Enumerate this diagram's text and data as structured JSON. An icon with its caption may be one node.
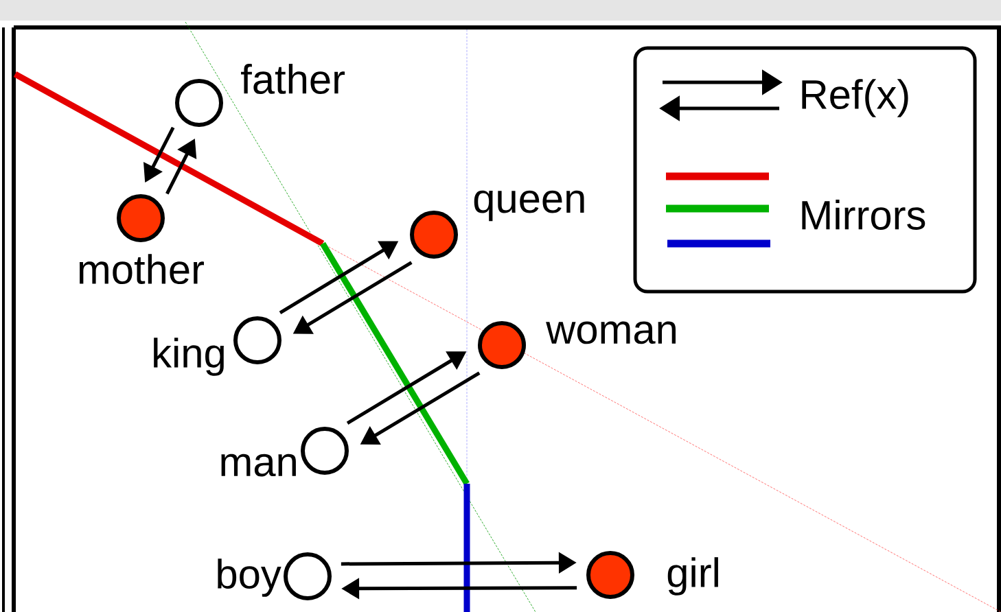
{
  "diagram": {
    "nodes": [
      {
        "text": [
          "father"
        ]
      },
      {
        "text": [
          "mother"
        ]
      },
      {
        "text": [
          "queen"
        ]
      },
      {
        "text": [
          "king"
        ]
      },
      {
        "text": [
          "woman"
        ]
      },
      {
        "text": [
          "man"
        ]
      },
      {
        "text": [
          "boy"
        ]
      },
      {
        "text": [
          "girl"
        ]
      }
    ],
    "edges": [
      {
        "from": 0,
        "to": 1,
        "arrow": "to"
      },
      {
        "from": 1,
        "to": 0,
        "arrow": "to"
      },
      {
        "from": 3,
        "to": 2,
        "arrow": "to"
      },
      {
        "from": 2,
        "to": 3,
        "arrow": "to"
      },
      {
        "from": 5,
        "to": 4,
        "arrow": "to"
      },
      {
        "from": 4,
        "to": 5,
        "arrow": "to"
      },
      {
        "from": 6,
        "to": 7,
        "arrow": "to"
      },
      {
        "from": 7,
        "to": 6,
        "arrow": "to"
      }
    ],
    "legend": [
      {
        "text": "Ref(x)"
      },
      {
        "text": "Mirrors"
      }
    ]
  }
}
